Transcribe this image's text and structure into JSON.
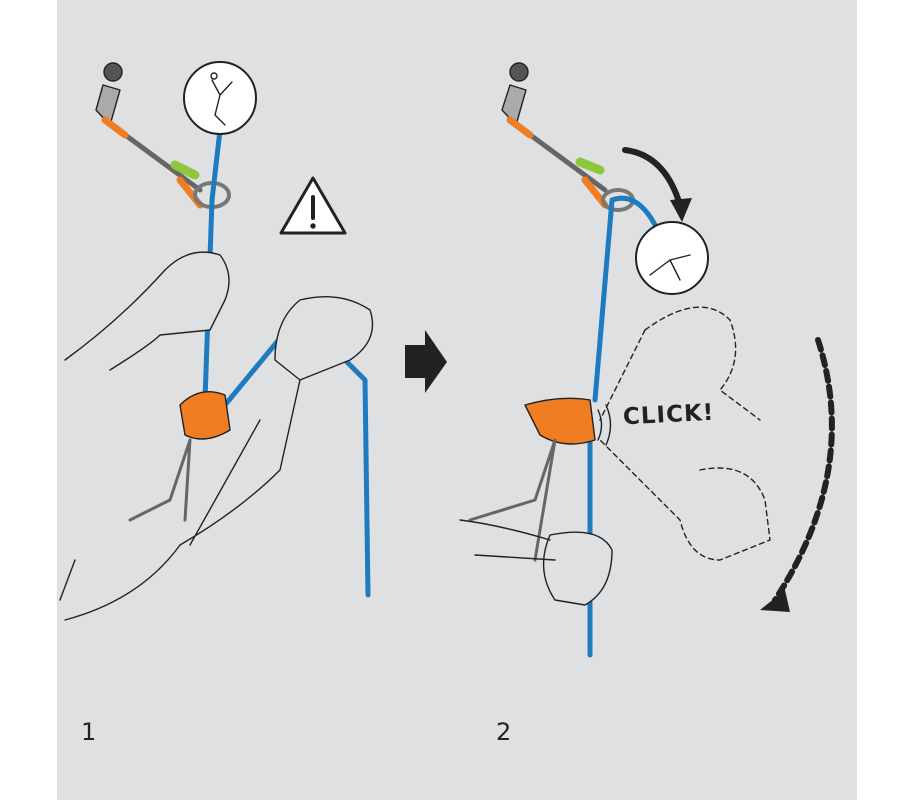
{
  "steps": [
    {
      "number": "1"
    },
    {
      "number": "2"
    }
  ],
  "click_label": "CLICK!",
  "icons": [
    "warning-icon",
    "climber-icon",
    "falling-climber-icon",
    "arrow-right-icon",
    "curved-arrow-icon",
    "dashed-arrow-icon"
  ],
  "colors": {
    "background": "#dfe0e2",
    "rope": "#1f7bc0",
    "device": "#f07d22",
    "accent": "#8dc63f",
    "ink": "#222222"
  }
}
